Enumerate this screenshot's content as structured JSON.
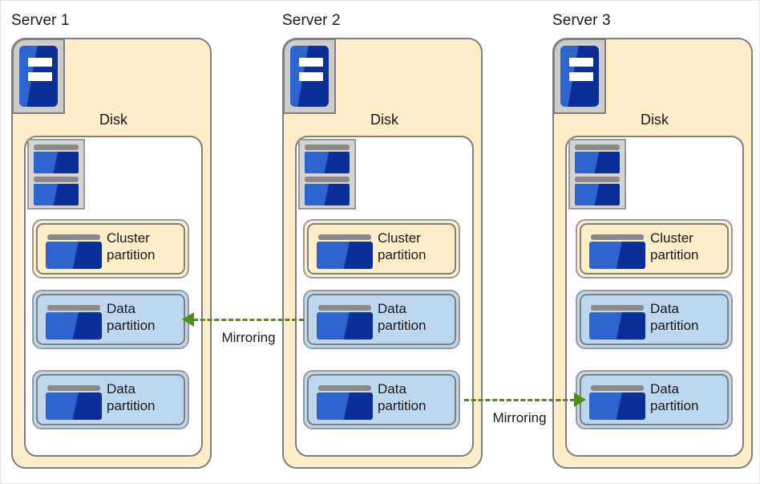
{
  "diagram": {
    "title_hidden": "",
    "colors": {
      "server_fill": "#fdeec9",
      "disk_panel_fill": "#ffffff",
      "data_partition_fill": "#bdd7ee",
      "cluster_partition_fill": "#fdeec9",
      "outline": "#7f7f7f",
      "arrow_green": "#4e8f17",
      "icon_blue_light": "#2f63ce",
      "icon_blue_dark": "#0b2f96",
      "icon_gray": "#8a8a8a"
    },
    "servers": [
      {
        "title": "Server 1",
        "disk_label": "Disk",
        "server_icon_name": "server-machine-icon",
        "disk_icon_name": "hard-disk-icon",
        "partitions": [
          {
            "line1": "Cluster",
            "line2": "partition",
            "kind": "cluster"
          },
          {
            "line1": "Data",
            "line2": "partition",
            "kind": "data"
          },
          {
            "line1": "Data",
            "line2": "partition",
            "kind": "data"
          }
        ]
      },
      {
        "title": "Server 2",
        "disk_label": "Disk",
        "server_icon_name": "server-machine-icon",
        "disk_icon_name": "hard-disk-icon",
        "partitions": [
          {
            "line1": "Cluster",
            "line2": "partition",
            "kind": "cluster"
          },
          {
            "line1": "Data",
            "line2": "partition",
            "kind": "data"
          },
          {
            "line1": "Data",
            "line2": "partition",
            "kind": "data"
          }
        ]
      },
      {
        "title": "Server 3",
        "disk_label": "Disk",
        "server_icon_name": "server-machine-icon",
        "disk_icon_name": "hard-disk-icon",
        "partitions": [
          {
            "line1": "Cluster",
            "line2": "partition",
            "kind": "cluster"
          },
          {
            "line1": "Data",
            "line2": "partition",
            "kind": "data"
          },
          {
            "line1": "Data",
            "line2": "partition",
            "kind": "data"
          }
        ]
      }
    ],
    "connections": [
      {
        "label": "Mirroring",
        "direction": "left",
        "from": "Server 2 Data partition (row 2)",
        "to": "Server 1 Data partition (row 2)"
      },
      {
        "label": "Mirroring",
        "direction": "right",
        "from": "Server 2 Data partition (row 3)",
        "to": "Server 3 Data partition (row 3)"
      }
    ]
  }
}
